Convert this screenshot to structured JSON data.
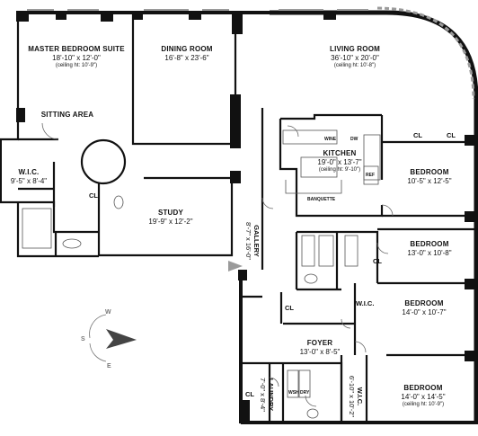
{
  "rooms": {
    "master": {
      "name": "MASTER BEDROOM SUITE",
      "dims": "18'-10\" x 12'-0\"",
      "ceiling": "(ceiling ht: 10'-9\")"
    },
    "sitting": {
      "name": "SITTING AREA"
    },
    "wic_master": {
      "name": "W.I.C.",
      "dims": "9'-5\" x 8'-4\""
    },
    "dining": {
      "name": "DINING ROOM",
      "dims": "16'-8\" x 23'-6\""
    },
    "living": {
      "name": "LIVING ROOM",
      "dims": "36'-10\" x 20'-0\"",
      "ceiling": "(ceiling ht: 10'-8\")"
    },
    "kitchen": {
      "name": "KITCHEN",
      "dims": "19'-0\" x 13'-7\"",
      "ceiling": "(ceiling ht: 9'-10\")"
    },
    "study": {
      "name": "STUDY",
      "dims": "19'-9\" x 12'-2\""
    },
    "gallery": {
      "name": "GALLERY",
      "dims": "8'-7\" x 16'-0\""
    },
    "bedroom1": {
      "name": "BEDROOM",
      "dims": "10'-5\" x 12'-5\""
    },
    "bedroom2": {
      "name": "BEDROOM",
      "dims": "13'-0\" x 10'-8\""
    },
    "bedroom3": {
      "name": "BEDROOM",
      "dims": "14'-0\" x 10'-7\""
    },
    "bedroom4": {
      "name": "BEDROOM",
      "dims": "14'-0\" x 14'-5\"",
      "ceiling": "(ceiling ht: 10'-9\")"
    },
    "foyer": {
      "name": "FOYER",
      "dims": "13'-0\" x 8'-5\""
    },
    "laundry": {
      "name": "LAUNDRY",
      "dims": "7'-0\" x 8'-4\""
    },
    "wic_small": {
      "name": "W.I.C."
    },
    "wic_bed4": {
      "name": "W.I.C.",
      "dims": "6'-10\" x 10'-2\""
    }
  },
  "closets": {
    "cl": "CL"
  },
  "fixtures": {
    "banquette": "BANQUETTE",
    "wine": "WINE",
    "dw": "DW",
    "ref": "REF",
    "wsh": "WSH",
    "dry": "DRY"
  },
  "compass": {
    "n": "W",
    "w": "S",
    "s": "E"
  },
  "colors": {
    "wall": "#111111",
    "window": "#9a9a9a",
    "fixture": "#555555"
  }
}
